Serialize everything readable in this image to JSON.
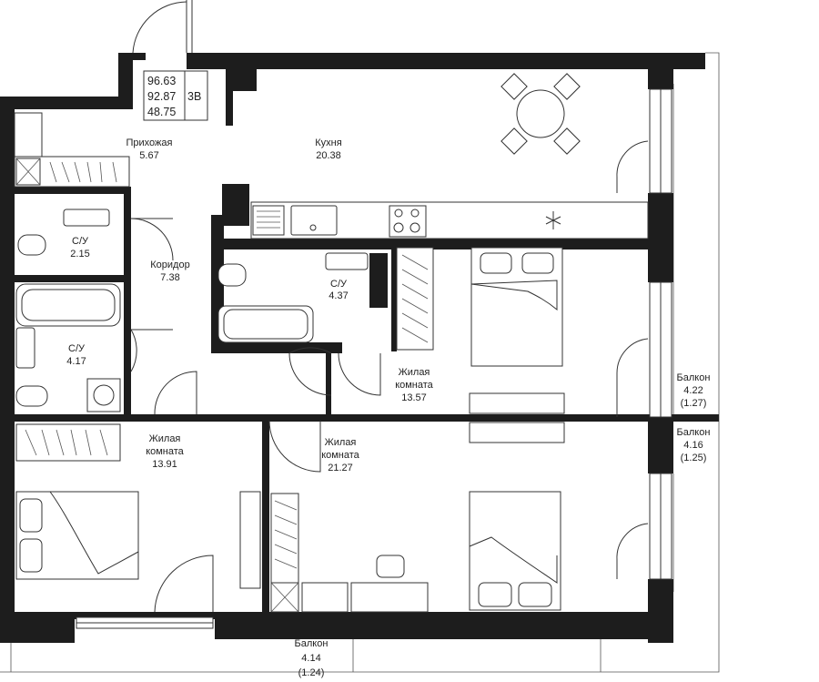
{
  "summary": {
    "total_area": "96.63",
    "living_area_with_coef": "92.87",
    "living_area": "48.75",
    "rooms_code": "3В"
  },
  "rooms": {
    "hallway": {
      "name": "Прихожая",
      "area": "5.67"
    },
    "kitchen": {
      "name": "Кухня",
      "area": "20.38"
    },
    "bath_small": {
      "name": "С/У",
      "area": "2.15"
    },
    "corridor": {
      "name": "Коридор",
      "area": "7.38"
    },
    "bath_center": {
      "name": "С/У",
      "area": "4.37"
    },
    "bath_left": {
      "name": "С/У",
      "area": "4.17"
    },
    "living_1": {
      "name_line1": "Жилая",
      "name_line2": "комната",
      "area": "13.57"
    },
    "living_2": {
      "name_line1": "Жилая",
      "name_line2": "комната",
      "area": "13.91"
    },
    "living_3": {
      "name_line1": "Жилая",
      "name_line2": "комната",
      "area": "21.27"
    }
  },
  "balconies": [
    {
      "name": "Балкон",
      "area": "4.22",
      "coef_area": "(1.27)"
    },
    {
      "name": "Балкон",
      "area": "4.16",
      "coef_area": "(1.25)"
    },
    {
      "name": "Балкон",
      "area": "4.14",
      "coef_area": "(1.24)"
    }
  ],
  "colors": {
    "wall": "#1d1d1d",
    "line": "#333333",
    "background": "#ffffff"
  }
}
